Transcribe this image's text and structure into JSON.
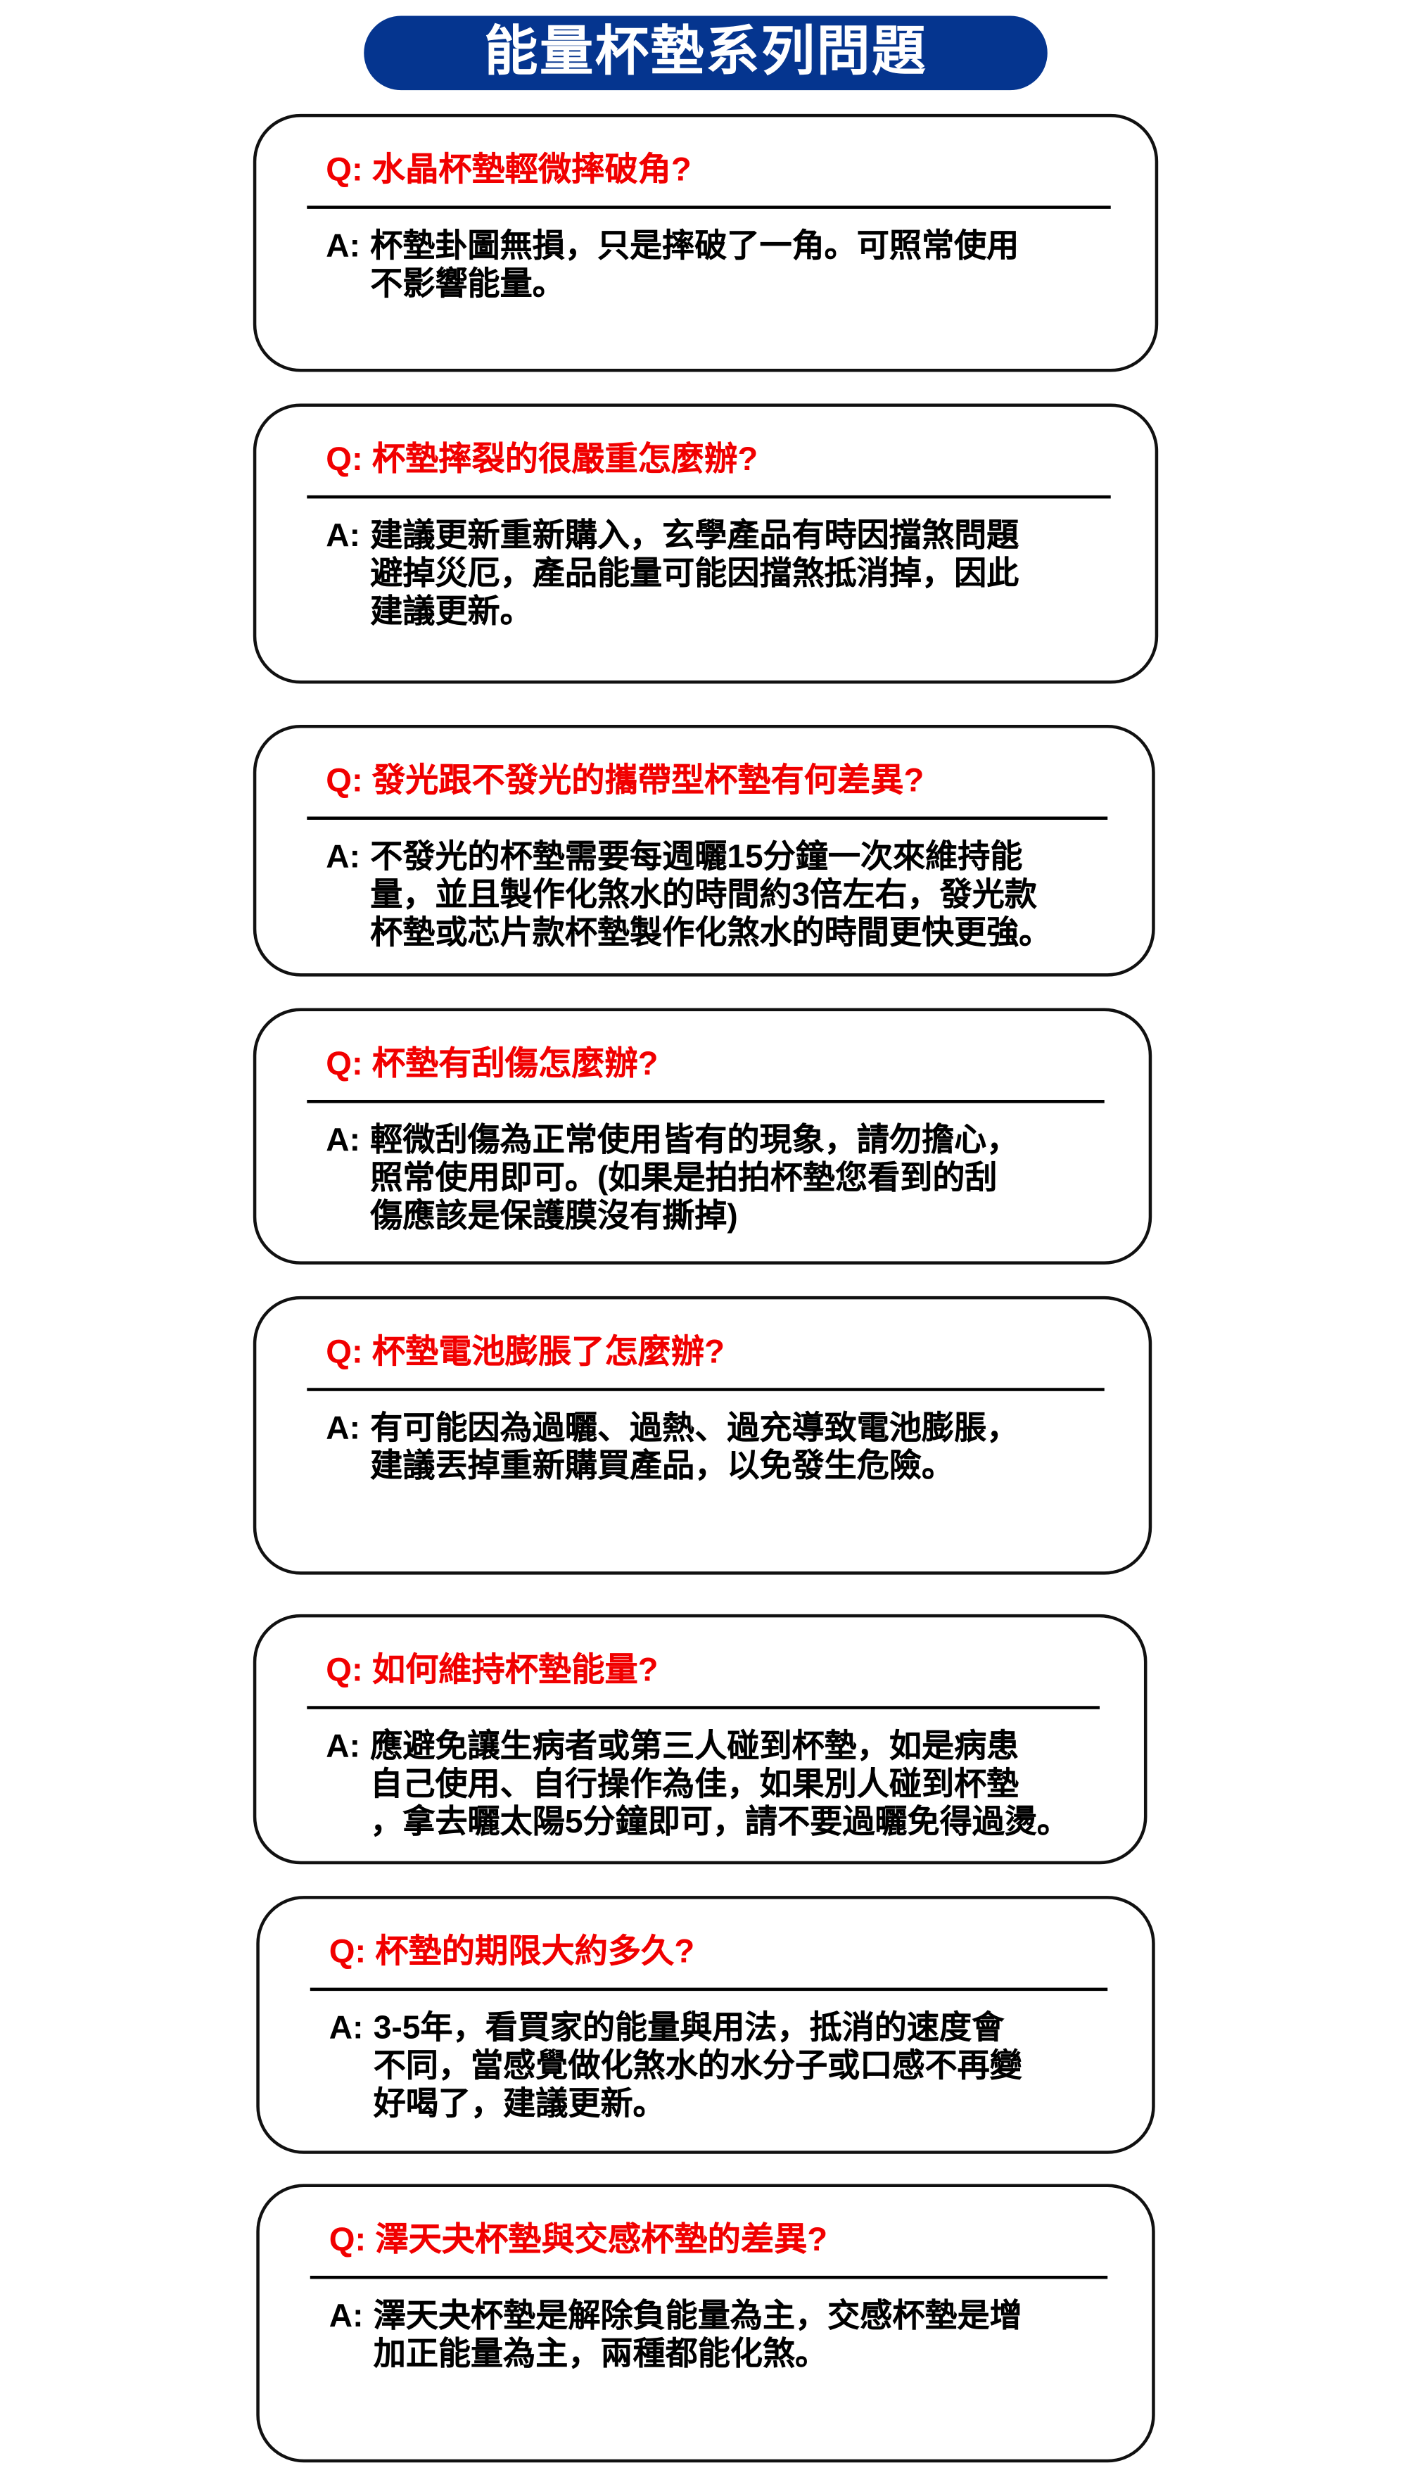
{
  "title": "能量杯墊系列問題",
  "faq": [
    {
      "question": "Q: 水晶杯墊輕微摔破角?",
      "answer_label": "A:",
      "answer_lines": [
        "杯墊卦圖無損，只是摔破了一角。可照常使用",
        "不影響能量。"
      ]
    },
    {
      "question": "Q: 杯墊摔裂的很嚴重怎麼辦?",
      "answer_label": "A:",
      "answer_lines": [
        "建議更新重新購入，玄學產品有時因擋煞問題",
        "避掉災厄，產品能量可能因擋煞抵消掉，因此",
        "建議更新。"
      ]
    },
    {
      "question": "Q: 發光跟不發光的攜帶型杯墊有何差異?",
      "answer_label": "A:",
      "answer_lines": [
        "不發光的杯墊需要每週曬15分鐘一次來維持能",
        "量，並且製作化煞水的時間約3倍左右，發光款",
        "杯墊或芯片款杯墊製作化煞水的時間更快更強。"
      ]
    },
    {
      "question": "Q: 杯墊有刮傷怎麼辦?",
      "answer_label": "A:",
      "answer_lines": [
        "輕微刮傷為正常使用皆有的現象，請勿擔心，",
        "照常使用即可。(如果是拍拍杯墊您看到的刮",
        "傷應該是保護膜沒有撕掉)"
      ]
    },
    {
      "question": "Q: 杯墊電池膨脹了怎麼辦?",
      "answer_label": "A:",
      "answer_lines": [
        "有可能因為過曬、過熱、過充導致電池膨脹，",
        "建議丟掉重新購買產品，以免發生危險。"
      ]
    },
    {
      "question": "Q: 如何維持杯墊能量?",
      "answer_label": "A:",
      "answer_lines": [
        "應避免讓生病者或第三人碰到杯墊，如是病患",
        "自己使用、自行操作為佳，如果別人碰到杯墊",
        "，拿去曬太陽5分鐘即可，請不要過曬免得過燙。"
      ]
    },
    {
      "question": "Q: 杯墊的期限大約多久?",
      "answer_label": "A:",
      "answer_lines": [
        "3-5年，看買家的能量與用法，抵消的速度會",
        "不同，當感覺做化煞水的水分子或口感不再變",
        "好喝了，建議更新。"
      ]
    },
    {
      "question": "Q: 澤天夬杯墊與交感杯墊的差異?",
      "answer_label": "A:",
      "answer_lines": [
        "澤天夬杯墊是解除負能量為主，交感杯墊是增",
        "加正能量為主，兩種都能化煞。"
      ]
    }
  ],
  "colors": {
    "title_bg": "#05358f",
    "question": "#f10000",
    "text": "#000000"
  }
}
